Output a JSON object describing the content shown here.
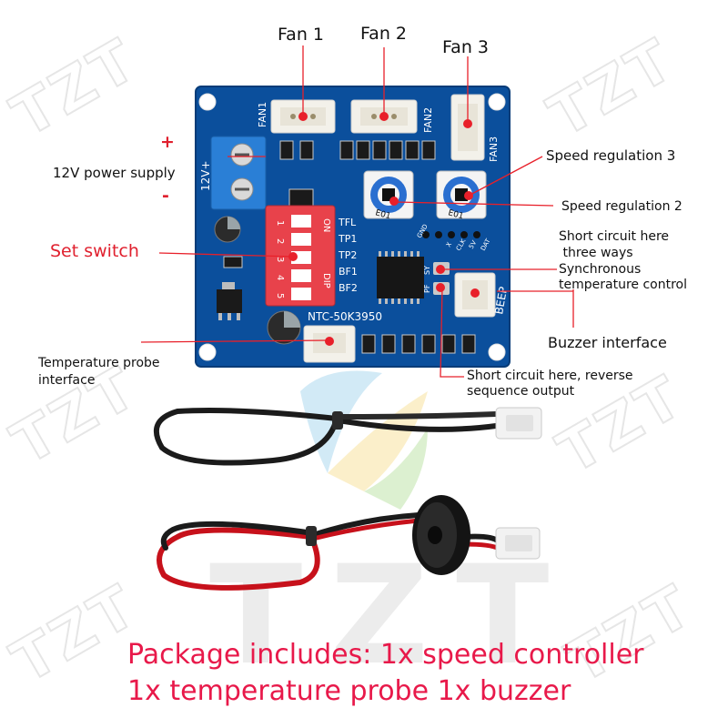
{
  "watermark": {
    "text": "TZT"
  },
  "board": {
    "silkscreen": {
      "fan1": "FAN1",
      "fan2": "FAN2",
      "fan3": "FAN3",
      "power": "12V+",
      "switch_labels": [
        "TFL",
        "TP1",
        "TP2",
        "BF1",
        "BF2"
      ],
      "switch_on": "ON",
      "switch_dip": "DIP",
      "switch_numbers": [
        "1",
        "2",
        "3",
        "4",
        "5"
      ],
      "header_pins": [
        "GND",
        "DAT",
        "5V",
        "CLK",
        "X"
      ],
      "sy": "SY",
      "pf": "PF",
      "beep": "BEEP",
      "ntc": "NTC-50K3950",
      "pot_code": "E01"
    }
  },
  "labels": {
    "fan1": "Fan 1",
    "fan2": "Fan 2",
    "fan3": "Fan 3",
    "plus": "+",
    "minus": "-",
    "power_supply": "12V power supply",
    "set_switch": "Set switch",
    "speed_reg3": "Speed regulation 3",
    "speed_reg2": "Speed regulation 2",
    "short_three_ways": [
      "Short circuit here",
      " three ways"
    ],
    "sync_temp": [
      "Synchronous",
      "temperature control"
    ],
    "buzzer_interface": "Buzzer interface",
    "temp_probe": [
      "Temperature probe",
      "interface"
    ],
    "short_reverse": [
      "Short circuit here, reverse",
      "sequence output"
    ]
  },
  "footer": {
    "line1": "Package includes: 1x speed controller",
    "line2": "1x temperature probe 1x buzzer"
  },
  "colors": {
    "pcb": "#0b4f9c",
    "label_red": "#e0202e",
    "footer_text": "#e8194a",
    "marker": "#e8202a"
  }
}
